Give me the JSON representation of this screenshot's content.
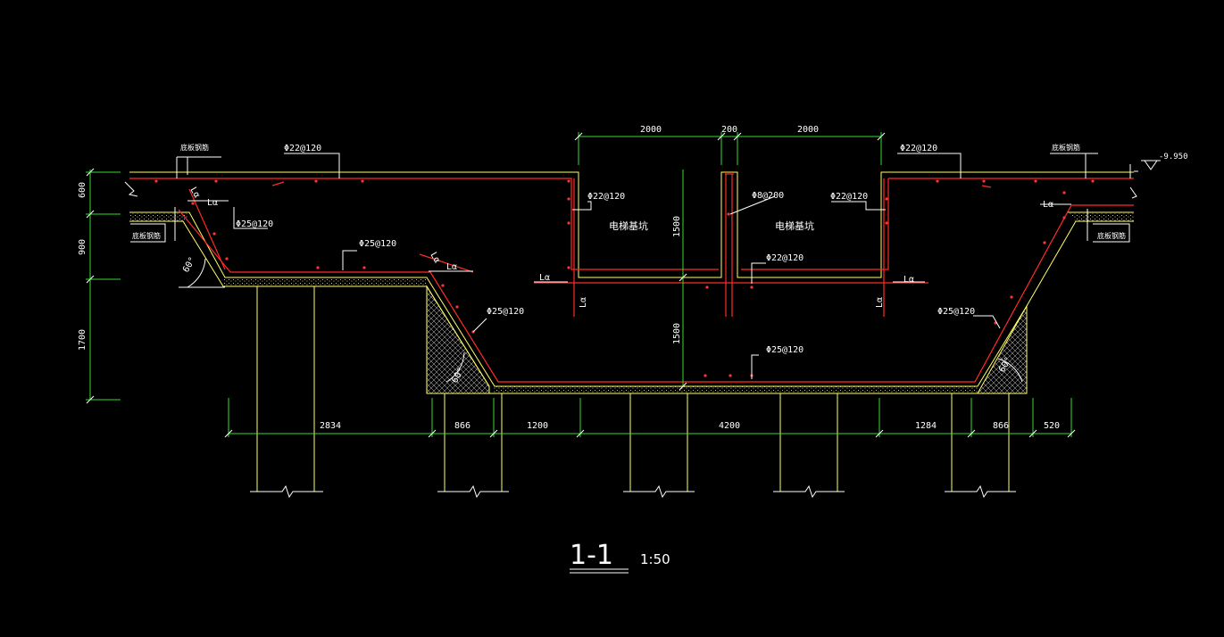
{
  "drawing": {
    "title": "1-1",
    "scale": "1:50",
    "elevation": "-9.950",
    "pit_labels": [
      "电梯基坑",
      "电梯基坑"
    ],
    "bottom_dims": [
      "2834",
      "866",
      "1200",
      "4200",
      "1284",
      "866",
      "520"
    ],
    "top_dims": [
      "2000",
      "200",
      "2000"
    ],
    "left_dims": [
      "600",
      "900",
      "1700"
    ],
    "vertical_dims": [
      "1500",
      "1500"
    ],
    "rebar_labels": {
      "top_left": "Φ22@120",
      "top_right": "Φ22@120",
      "pit_left": "Φ22@120",
      "pit_right": "Φ22@120",
      "pit_mid": "Φ8@200",
      "pit_bottom": "Φ22@120",
      "slope_left_upper": "Φ25@120",
      "step_left": "Φ25@120",
      "slope_left_lower": "Φ25@120",
      "bottom_center": "Φ25@120",
      "slope_right": "Φ25@120"
    },
    "anchor_label": "Lα",
    "slab_labels": {
      "top_left": "底板钢筋",
      "top_right": "底板钢筋",
      "bottom_left": "底板钢筋",
      "bottom_right": "底板钢筋"
    },
    "angle_label": "60°"
  }
}
